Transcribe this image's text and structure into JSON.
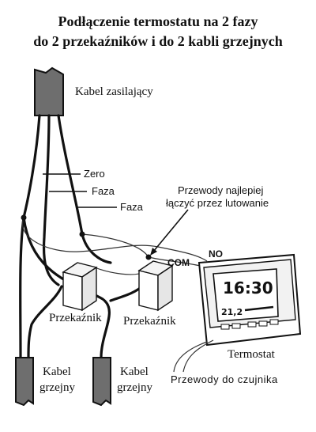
{
  "title": {
    "line1": "Podłączenie termostatu na 2 fazy",
    "line2": "do 2 przekaźników i do 2 kabli grzejnych"
  },
  "labels": {
    "supply_cable": "Kabel zasilający",
    "zero": "Zero",
    "phase_1": "Faza",
    "phase_2": "Faza",
    "solder_note_line1": "Przewody najlepiej",
    "solder_note_line2": "łączyć przez lutowanie",
    "no": "NO",
    "com": "COM",
    "relay_left": "Przekaźnik",
    "relay_right": "Przekaźnik",
    "heating_cable_left_line1": "Kabel",
    "heating_cable_left_line2": "grzejny",
    "heating_cable_right_line1": "Kabel",
    "heating_cable_right_line2": "grzejny",
    "thermostat": "Termostat",
    "sensor_wires": "Przewody do czujnika"
  },
  "thermostat_display": {
    "time": "16:30",
    "temperature": "21,2"
  },
  "colors": {
    "cable_fill": "#6e6e6e",
    "ink": "#111111"
  }
}
